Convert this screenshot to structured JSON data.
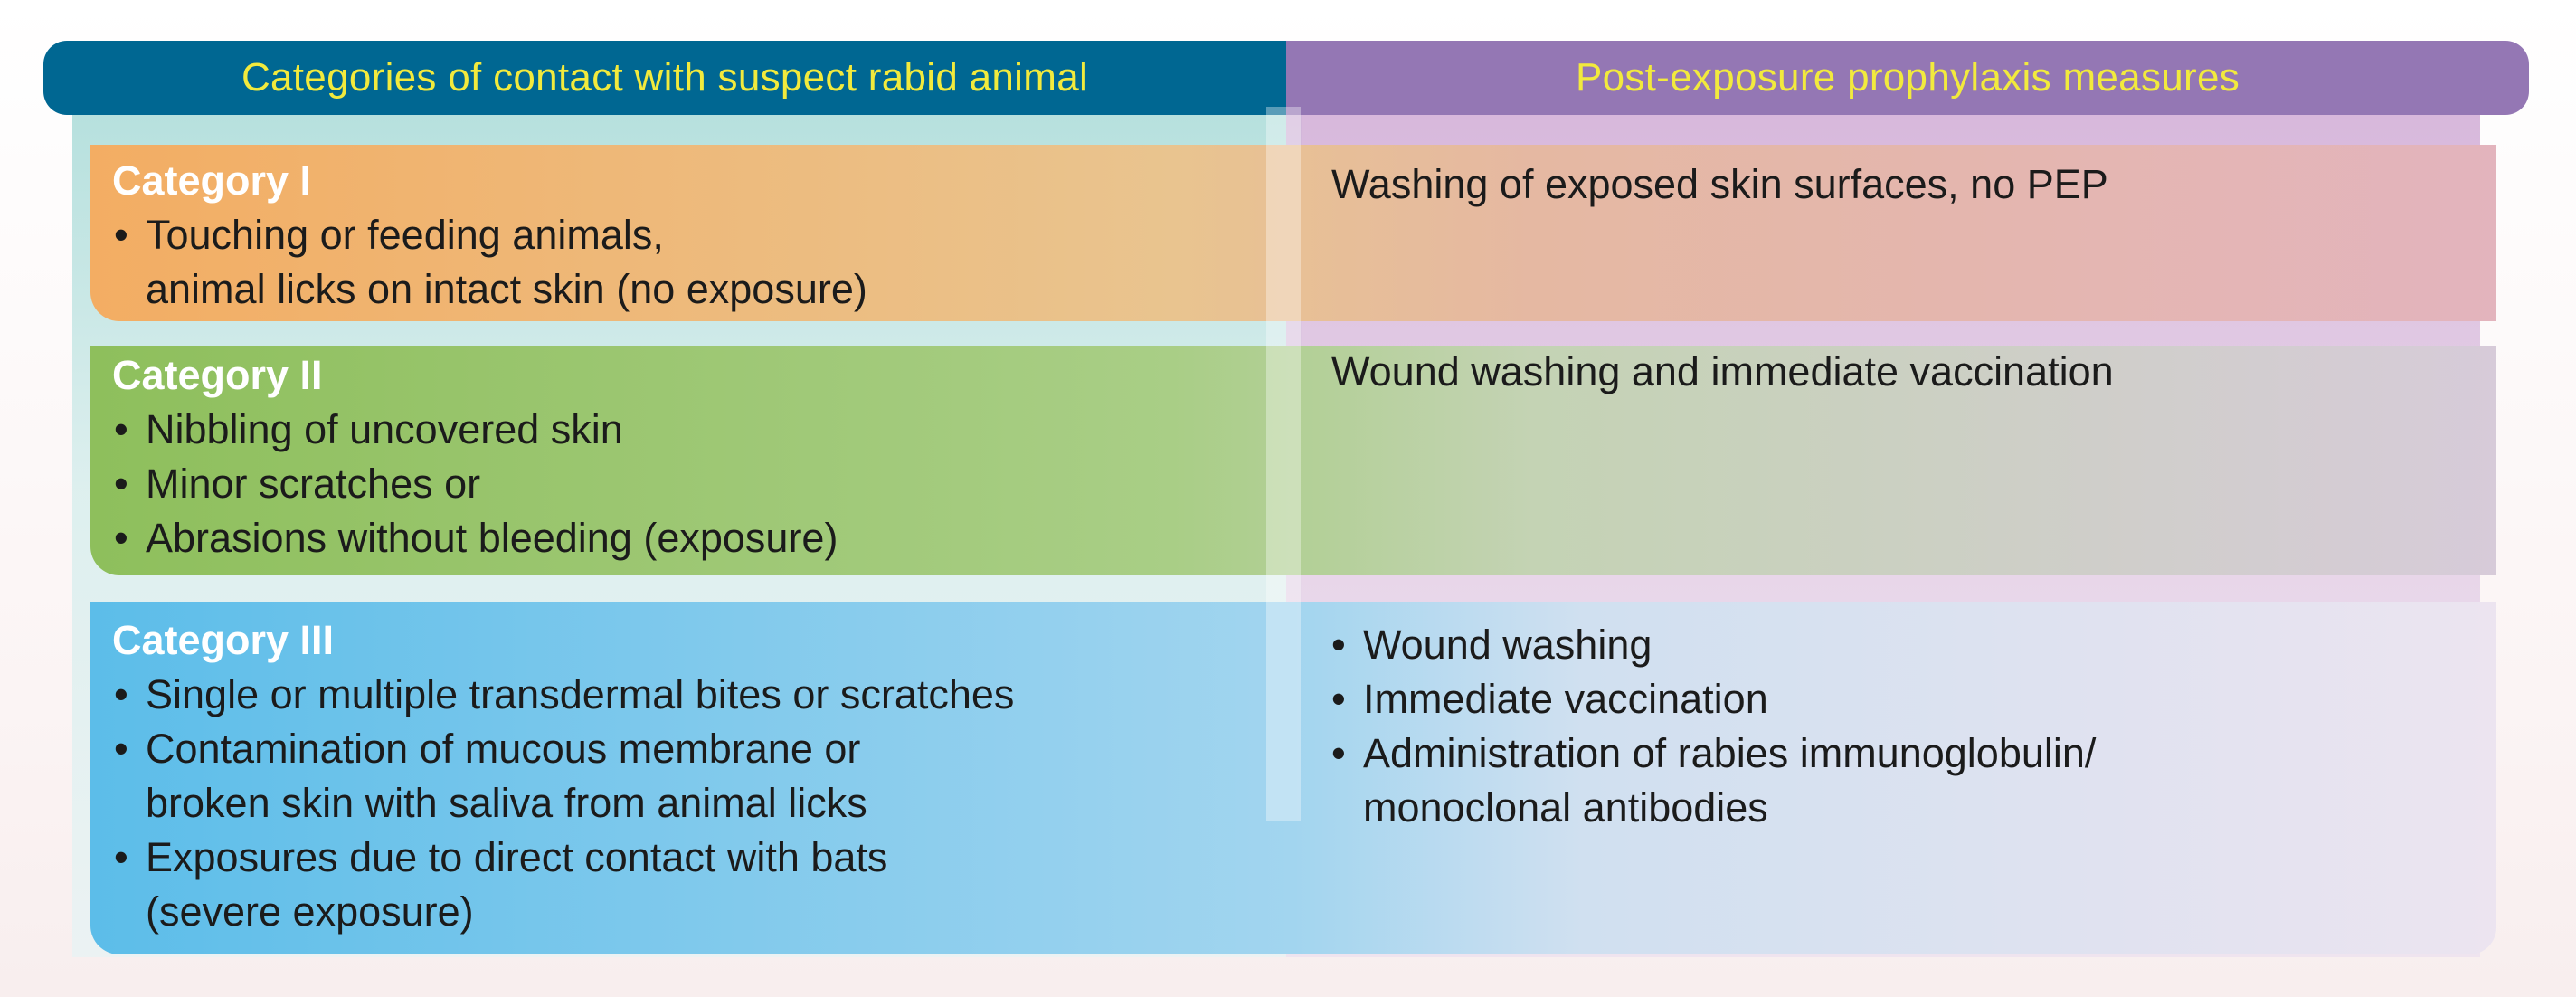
{
  "header": {
    "left_title": "Categories of contact with suspect rabid animal",
    "right_title": "Post-exposure prophylaxis measures"
  },
  "rows": [
    {
      "category": "Category I",
      "contact": [
        "Touching or feeding animals,\nanimal licks on intact skin (no exposure)"
      ],
      "measures_text": "Washing of exposed skin surfaces, no PEP"
    },
    {
      "category": "Category II",
      "contact": [
        "Nibbling of uncovered skin",
        "Minor scratches or",
        "Abrasions without bleeding (exposure)"
      ],
      "measures_text": "Wound washing and immediate vaccination"
    },
    {
      "category": "Category III",
      "contact": [
        "Single or multiple transdermal bites or scratches",
        "Contamination of mucous membrane or\nbroken skin with saliva from animal licks",
        "Exposures due to direct contact with bats\n(severe exposure)"
      ],
      "measures": [
        "Wound washing",
        "Immediate vaccination",
        "Administration of rabies immunoglobulin/\nmonoclonal antibodies"
      ]
    }
  ],
  "colors": {
    "header_left": "#006792",
    "header_right": "#9477b4",
    "header_text": "#f2ea3d",
    "category_1": "#f3ad63",
    "category_2": "#8ebf5c",
    "category_3": "#5cbde9"
  }
}
